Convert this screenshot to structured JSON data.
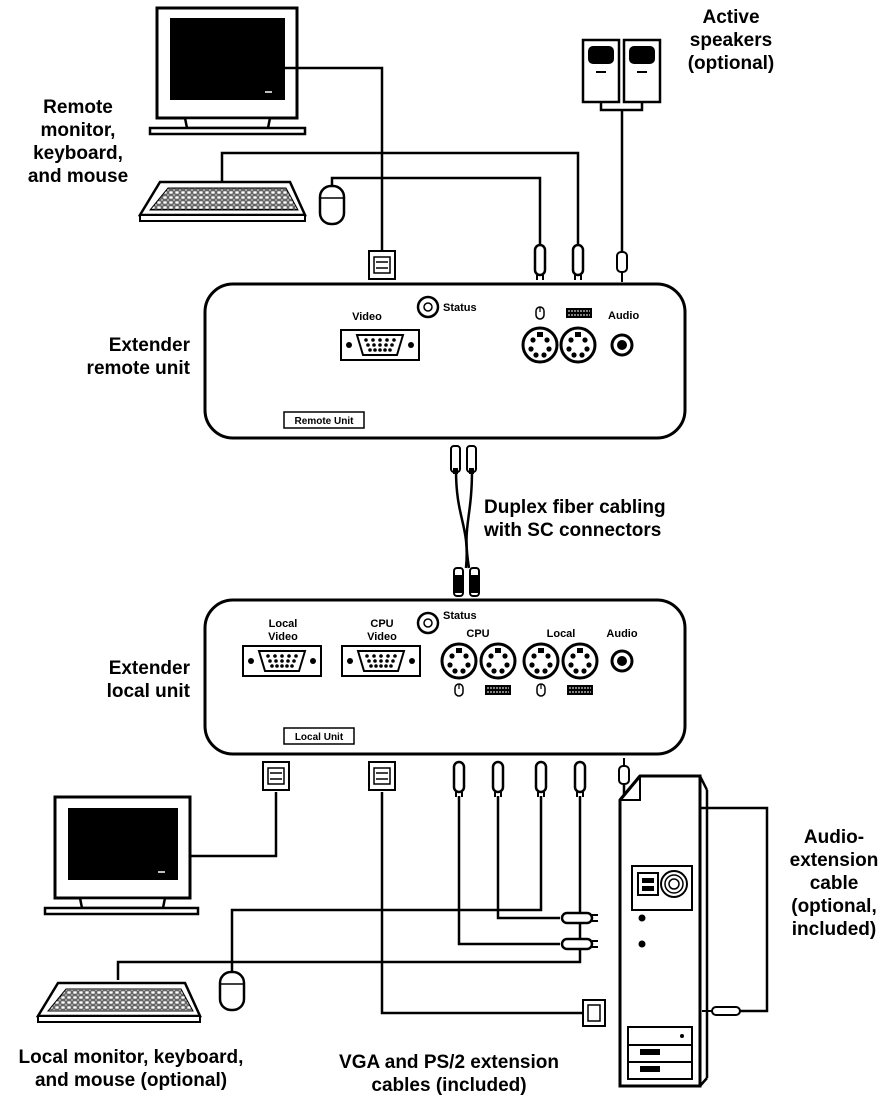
{
  "labels": {
    "remote_peripherals": "Remote\nmonitor,\nkeyboard,\nand mouse",
    "active_speakers": "Active\nspeakers\n(optional)",
    "extender_remote": "Extender\nremote unit",
    "fiber": "Duplex fiber cabling\nwith SC connectors",
    "extender_local": "Extender\nlocal unit",
    "audio_cable": "Audio-\nextension\ncable\n(optional,\nincluded)",
    "local_peripherals": "Local monitor, keyboard,\nand mouse (optional)",
    "vga_ps2": "VGA and PS/2 extension\ncables (included)"
  },
  "remote_unit": {
    "video": "Video",
    "status": "Status",
    "audio": "Audio",
    "badge": "Remote Unit"
  },
  "local_unit": {
    "local_video_1": "Local",
    "local_video_2": "Video",
    "cpu_video_1": "CPU",
    "cpu_video_2": "Video",
    "status": "Status",
    "cpu": "CPU",
    "local": "Local",
    "audio": "Audio",
    "badge": "Local Unit"
  },
  "colors": {
    "stroke": "#000000",
    "screen": "#000000",
    "background": "#ffffff"
  }
}
